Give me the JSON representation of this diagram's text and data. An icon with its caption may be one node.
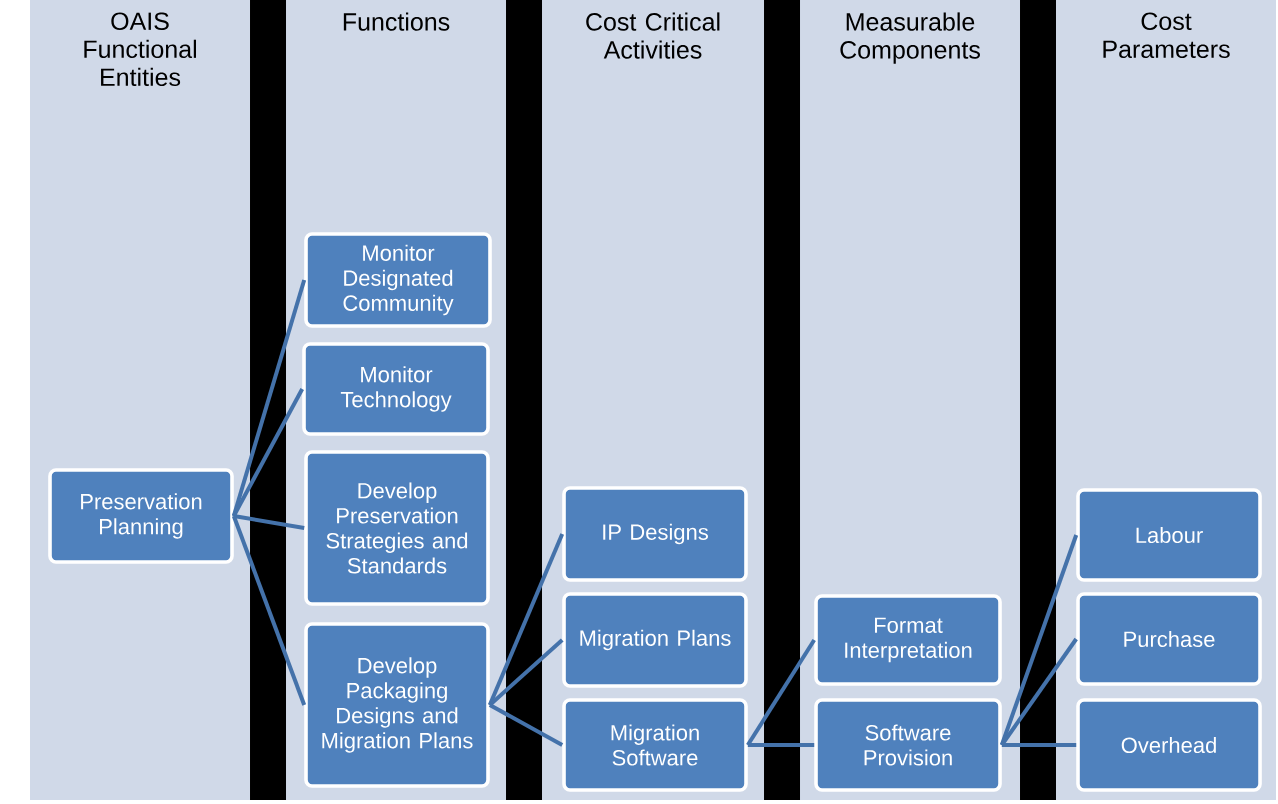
{
  "diagram": {
    "nodes": [
      {
        "text": [
          "OAIS Functional Entities"
        ]
      },
      {
        "text": [
          "Functions"
        ]
      },
      {
        "text": [
          "Cost Critical Activities"
        ]
      },
      {
        "text": [
          "Measurable Components"
        ]
      },
      {
        "text": [
          "Cost Parameters"
        ]
      },
      {
        "text": [
          "Preservation Planning"
        ],
        "in": 0
      },
      {
        "text": [
          "Monitor Designated Community"
        ],
        "in": 1
      },
      {
        "text": [
          "Monitor Technology"
        ],
        "in": 1
      },
      {
        "text": [
          "Develop Preservation Strategies and Standards"
        ],
        "in": 1
      },
      {
        "text": [
          "Develop Packaging Designs and Migration Plans"
        ],
        "in": 1
      },
      {
        "text": [
          "IP Designs"
        ],
        "in": 2
      },
      {
        "text": [
          "Migration Plans"
        ],
        "in": 2
      },
      {
        "text": [
          "Migration Software"
        ],
        "in": 2
      },
      {
        "text": [
          "Format Interpretation"
        ],
        "in": 3
      },
      {
        "text": [
          "Software Provision"
        ],
        "in": 3
      },
      {
        "text": [
          "Labour"
        ],
        "in": 4
      },
      {
        "text": [
          "Purchase"
        ],
        "in": 4
      },
      {
        "text": [
          "Overhead"
        ],
        "in": 4
      }
    ],
    "edges": [
      {
        "from": 5,
        "to": 6,
        "arrow": "none"
      },
      {
        "from": 5,
        "to": 7,
        "arrow": "none"
      },
      {
        "from": 5,
        "to": 8,
        "arrow": "none"
      },
      {
        "from": 5,
        "to": 9,
        "arrow": "none"
      },
      {
        "from": 9,
        "to": 10,
        "arrow": "none"
      },
      {
        "from": 9,
        "to": 11,
        "arrow": "none"
      },
      {
        "from": 9,
        "to": 12,
        "arrow": "none"
      },
      {
        "from": 12,
        "to": 13,
        "arrow": "none"
      },
      {
        "from": 12,
        "to": 14,
        "arrow": "none"
      },
      {
        "from": 14,
        "to": 15,
        "arrow": "none"
      },
      {
        "from": 14,
        "to": 16,
        "arrow": "none"
      },
      {
        "from": 14,
        "to": 17,
        "arrow": "none"
      }
    ]
  }
}
